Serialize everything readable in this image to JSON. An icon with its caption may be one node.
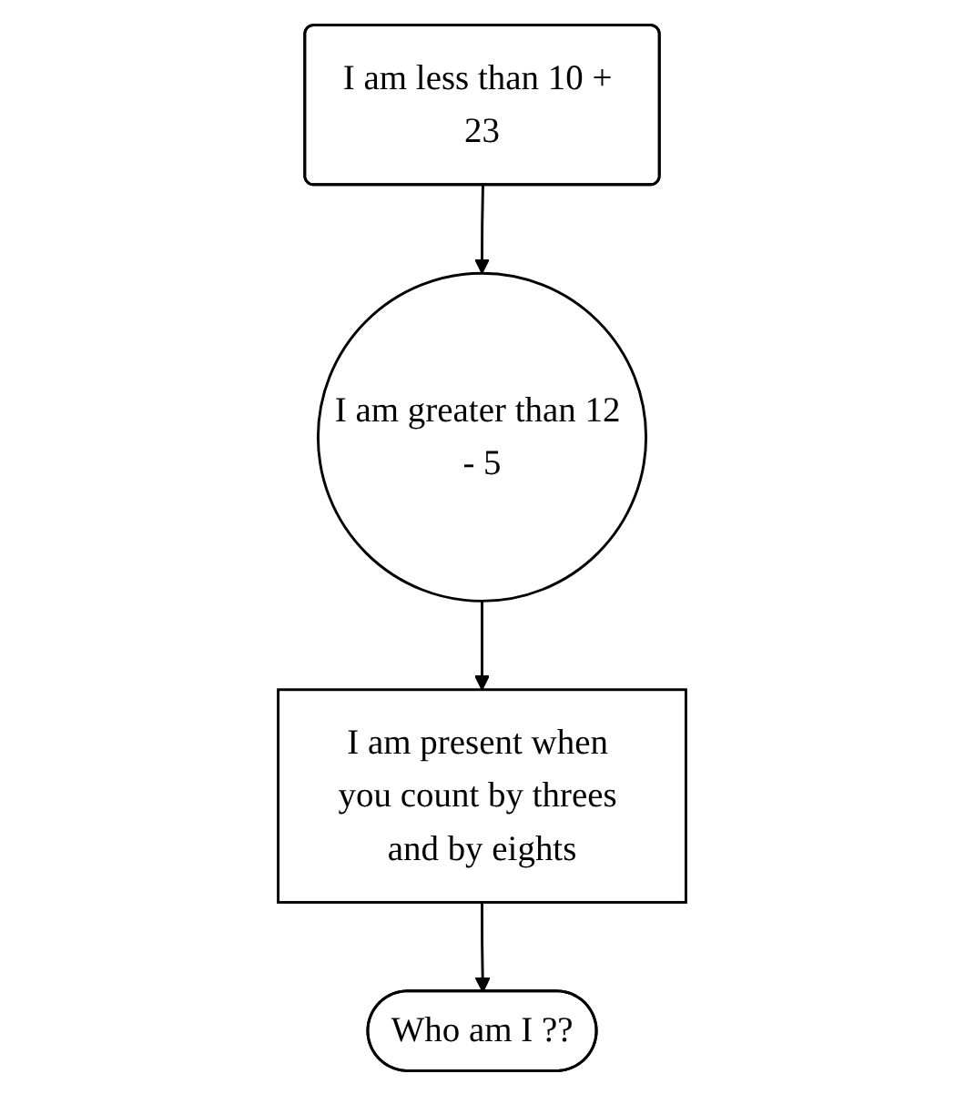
{
  "diagram": {
    "nodes": [
      {
        "text": [
          "I am less than 10 + 23"
        ]
      },
      {
        "text": [
          "I am greater than 12 - 5"
        ]
      },
      {
        "text": [
          "I am present when you count by threes and by eights"
        ]
      },
      {
        "text": [
          "Who am I ??"
        ]
      }
    ],
    "edges": [
      {
        "from": 0,
        "to": 1,
        "arrow": "to"
      },
      {
        "from": 1,
        "to": 2,
        "arrow": "to"
      },
      {
        "from": 2,
        "to": 3,
        "arrow": "to"
      }
    ]
  }
}
